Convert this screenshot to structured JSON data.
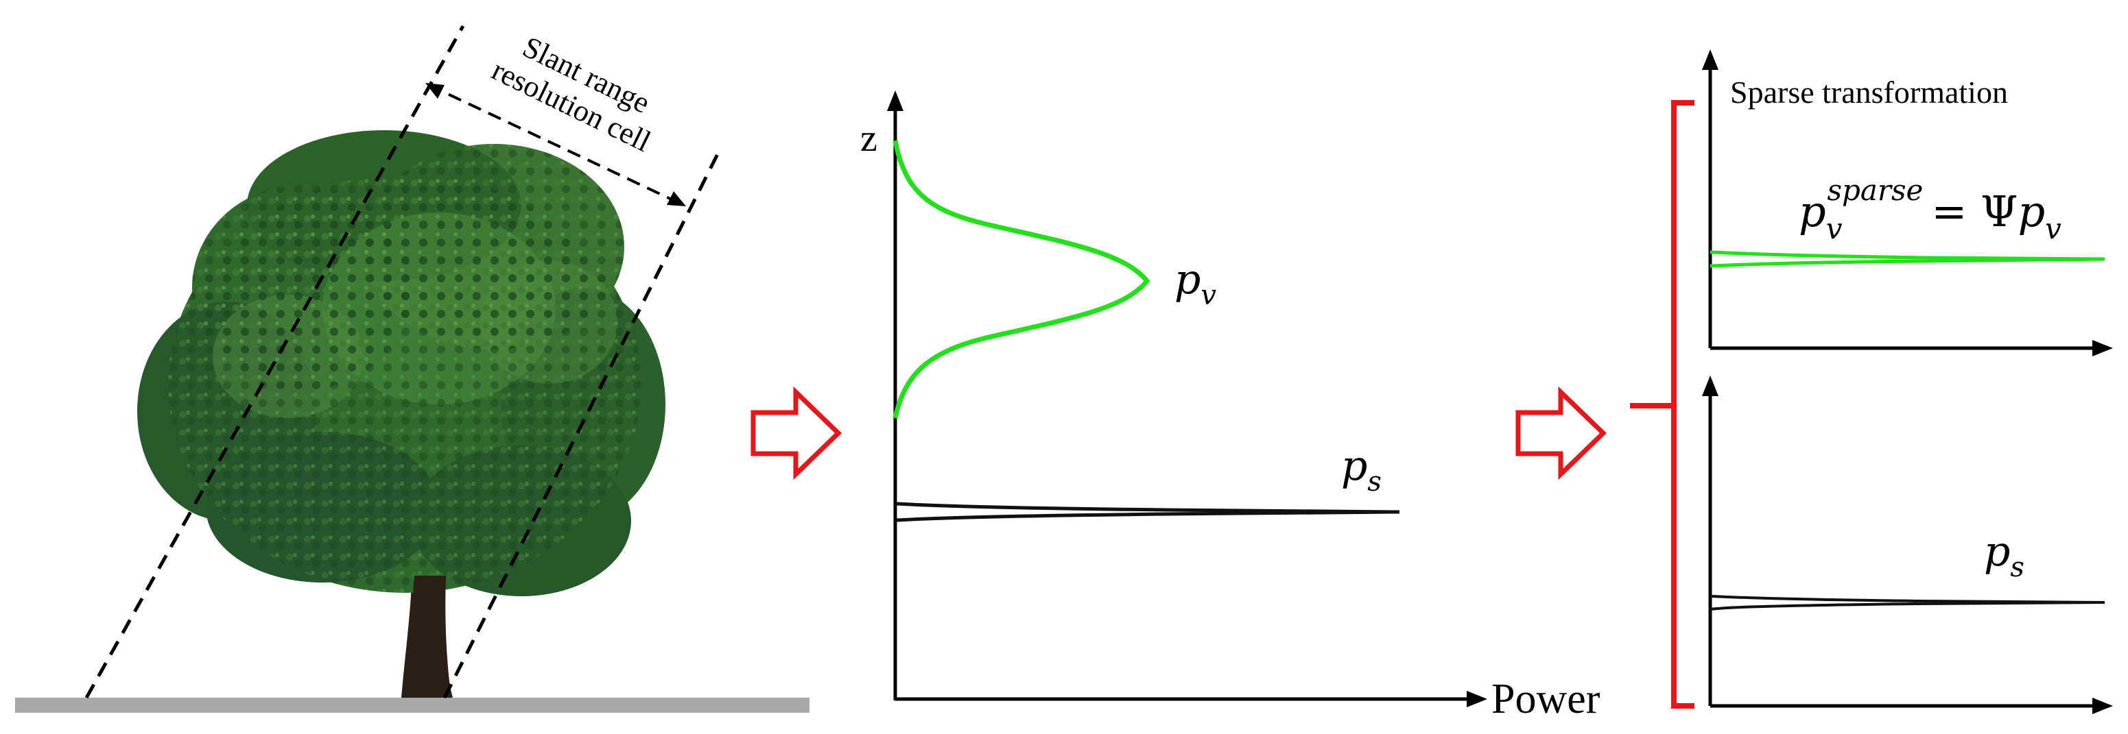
{
  "scene": {
    "cell_label": {
      "line1": "Slant range",
      "line2": "resolution cell"
    }
  },
  "profile": {
    "z_axis_label": "z",
    "x_axis_label": "Power",
    "vegetation_label": {
      "base": "p",
      "sub": "v"
    },
    "ground_label": {
      "base": "p",
      "sub": "s"
    },
    "vegetation_color": "#22e01a",
    "ground_color": "#111111"
  },
  "sparse": {
    "title": "Sparse transformation",
    "equation": {
      "lhs_base": "p",
      "lhs_sub": "v",
      "lhs_sup": "sparse",
      "op": "= Ψ",
      "rhs_base": "p",
      "rhs_sub": "v"
    },
    "ground_label": {
      "base": "p",
      "sub": "s"
    }
  },
  "colors": {
    "arrow": "#e8161b",
    "bracket": "#e8161b",
    "ground_bar": "#a9a9a9",
    "foliage_dark": "#1f4a22",
    "foliage_mid": "#2f6a2c",
    "foliage_light": "#4f8c3f",
    "trunk": "#2a2018"
  }
}
